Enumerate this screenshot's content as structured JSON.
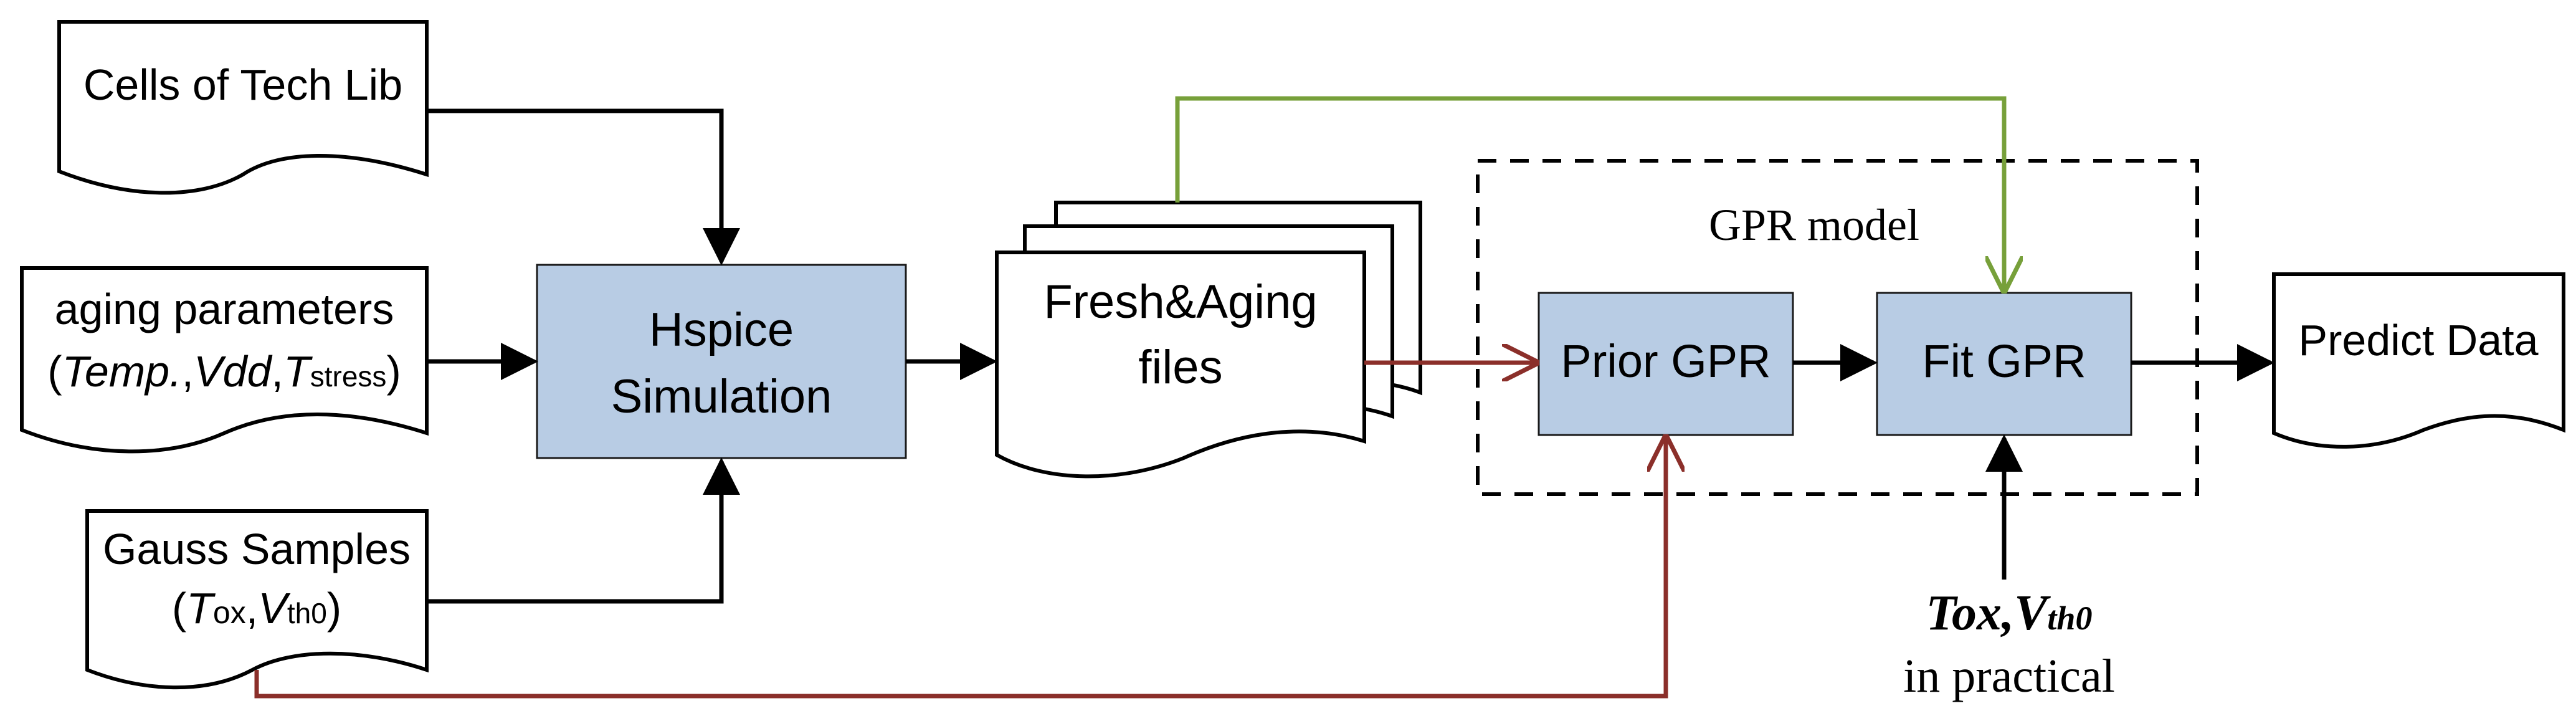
{
  "nodes": {
    "cells_lib": "Cells of Tech Lib",
    "aging_params": {
      "line1": "aging parameters",
      "paren_open": "(",
      "temp": "Temp.",
      "comma1": ",",
      "vdd": "Vdd",
      "comma2": ",",
      "t": "T",
      "t_sub": "stress",
      "paren_close": ")"
    },
    "gauss_samples": {
      "line1": "Gauss Samples",
      "paren_open": "(",
      "t": "T",
      "t_sub": "ox",
      "comma": ",",
      "v": "V",
      "v_sub": "th0",
      "paren_close": ")"
    },
    "hspice": {
      "line1": "Hspice",
      "line2": "Simulation"
    },
    "files": {
      "line1": "Fresh&Aging",
      "line2": "files"
    },
    "gpr_model_label": "GPR model",
    "prior_gpr": "Prior GPR",
    "fit_gpr": "Fit GPR",
    "predict_data": "Predict Data",
    "practical": {
      "tox": "Tox",
      "comma": ",",
      "v": "V",
      "v_sub": "th0",
      "line2": "in practical"
    }
  },
  "colors": {
    "box_fill": "#b8cce4",
    "red_arrow": "#8b2f2a",
    "green_arrow": "#77a03a",
    "black": "#000000"
  }
}
